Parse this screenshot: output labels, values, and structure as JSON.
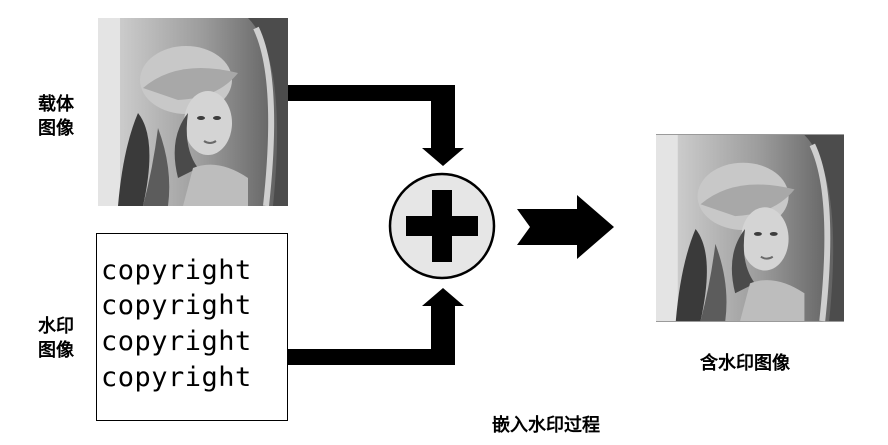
{
  "labels": {
    "cover_line1": "载体",
    "cover_line2": "图像",
    "watermark_line1": "水印",
    "watermark_line2": "图像",
    "result": "含水印图像",
    "caption": "嵌入水印过程"
  },
  "watermark_text_lines": [
    "copyright",
    "copyright",
    "copyright",
    "copyright"
  ],
  "icons": {
    "combine": "plus-circle-icon",
    "flow": "arrow-right-icon"
  },
  "colors": {
    "arrow": "#000000",
    "circle_fill": "#e6e6e6",
    "background": "#ffffff"
  }
}
